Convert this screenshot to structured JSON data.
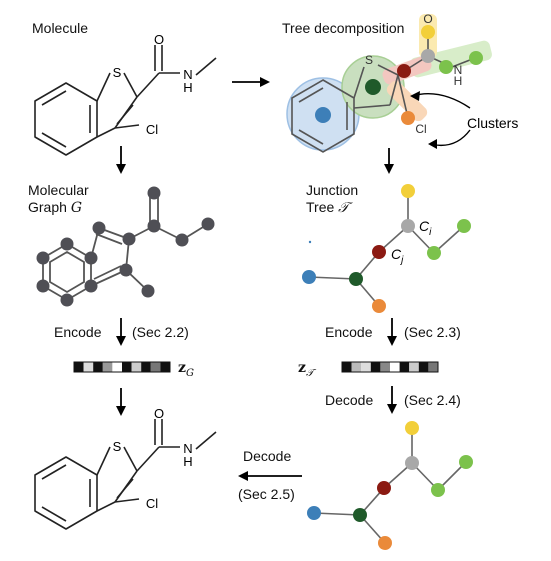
{
  "molecule": {
    "title": "Molecule",
    "atom_s": "S",
    "atom_o": "O",
    "atom_n": "N",
    "atom_h": "H",
    "atom_cl": "Cl"
  },
  "tree_decomp": {
    "title": "Tree decomposition",
    "clusters_label": "Clusters",
    "atom_s": "S",
    "atom_o": "O",
    "atom_n": "N",
    "atom_h": "H",
    "atom_cl": "Cl"
  },
  "mol_graph": {
    "title_line1": "Molecular",
    "title_line2": "Graph",
    "symbol": "G"
  },
  "junction_tree": {
    "title_line1": "Junction",
    "title_line2": "Tree",
    "symbol": "𝒯",
    "node_i": "C",
    "node_i_sub": "i",
    "node_j": "C",
    "node_j_sub": "j"
  },
  "left_flow": {
    "encode_label": "Encode",
    "encode_ref": "(Sec 2.2)",
    "z_symbol": "z",
    "z_sub": "G"
  },
  "right_flow": {
    "encode_label": "Encode",
    "encode_ref": "(Sec 2.3)",
    "z_symbol": "z",
    "z_sub": "𝒯",
    "decode_label": "Decode",
    "decode_ref": "(Sec 2.4)"
  },
  "bottom_flow": {
    "decode_label": "Decode",
    "decode_ref": "(Sec 2.5)"
  },
  "result_molecule": {
    "atom_s": "S",
    "atom_o": "O",
    "atom_n": "N",
    "atom_h": "H",
    "atom_cl": "Cl"
  },
  "colors": {
    "yellow": "#f2cf3a",
    "gray": "#a8a8a8",
    "green": "#7cc24c",
    "red": "#8b1a12",
    "darkgreen": "#1f5a2a",
    "blue": "#3d7fb8",
    "orange": "#ea8a3a",
    "atom": "#4f4f55"
  },
  "latent_left": [
    "#111",
    "#ddd",
    "#111",
    "#999",
    "#fff",
    "#111",
    "#ccc",
    "#111",
    "#777",
    "#111"
  ],
  "latent_right": [
    "#111",
    "#bbb",
    "#ddd",
    "#111",
    "#888",
    "#fff",
    "#111",
    "#ccc",
    "#111",
    "#777"
  ]
}
